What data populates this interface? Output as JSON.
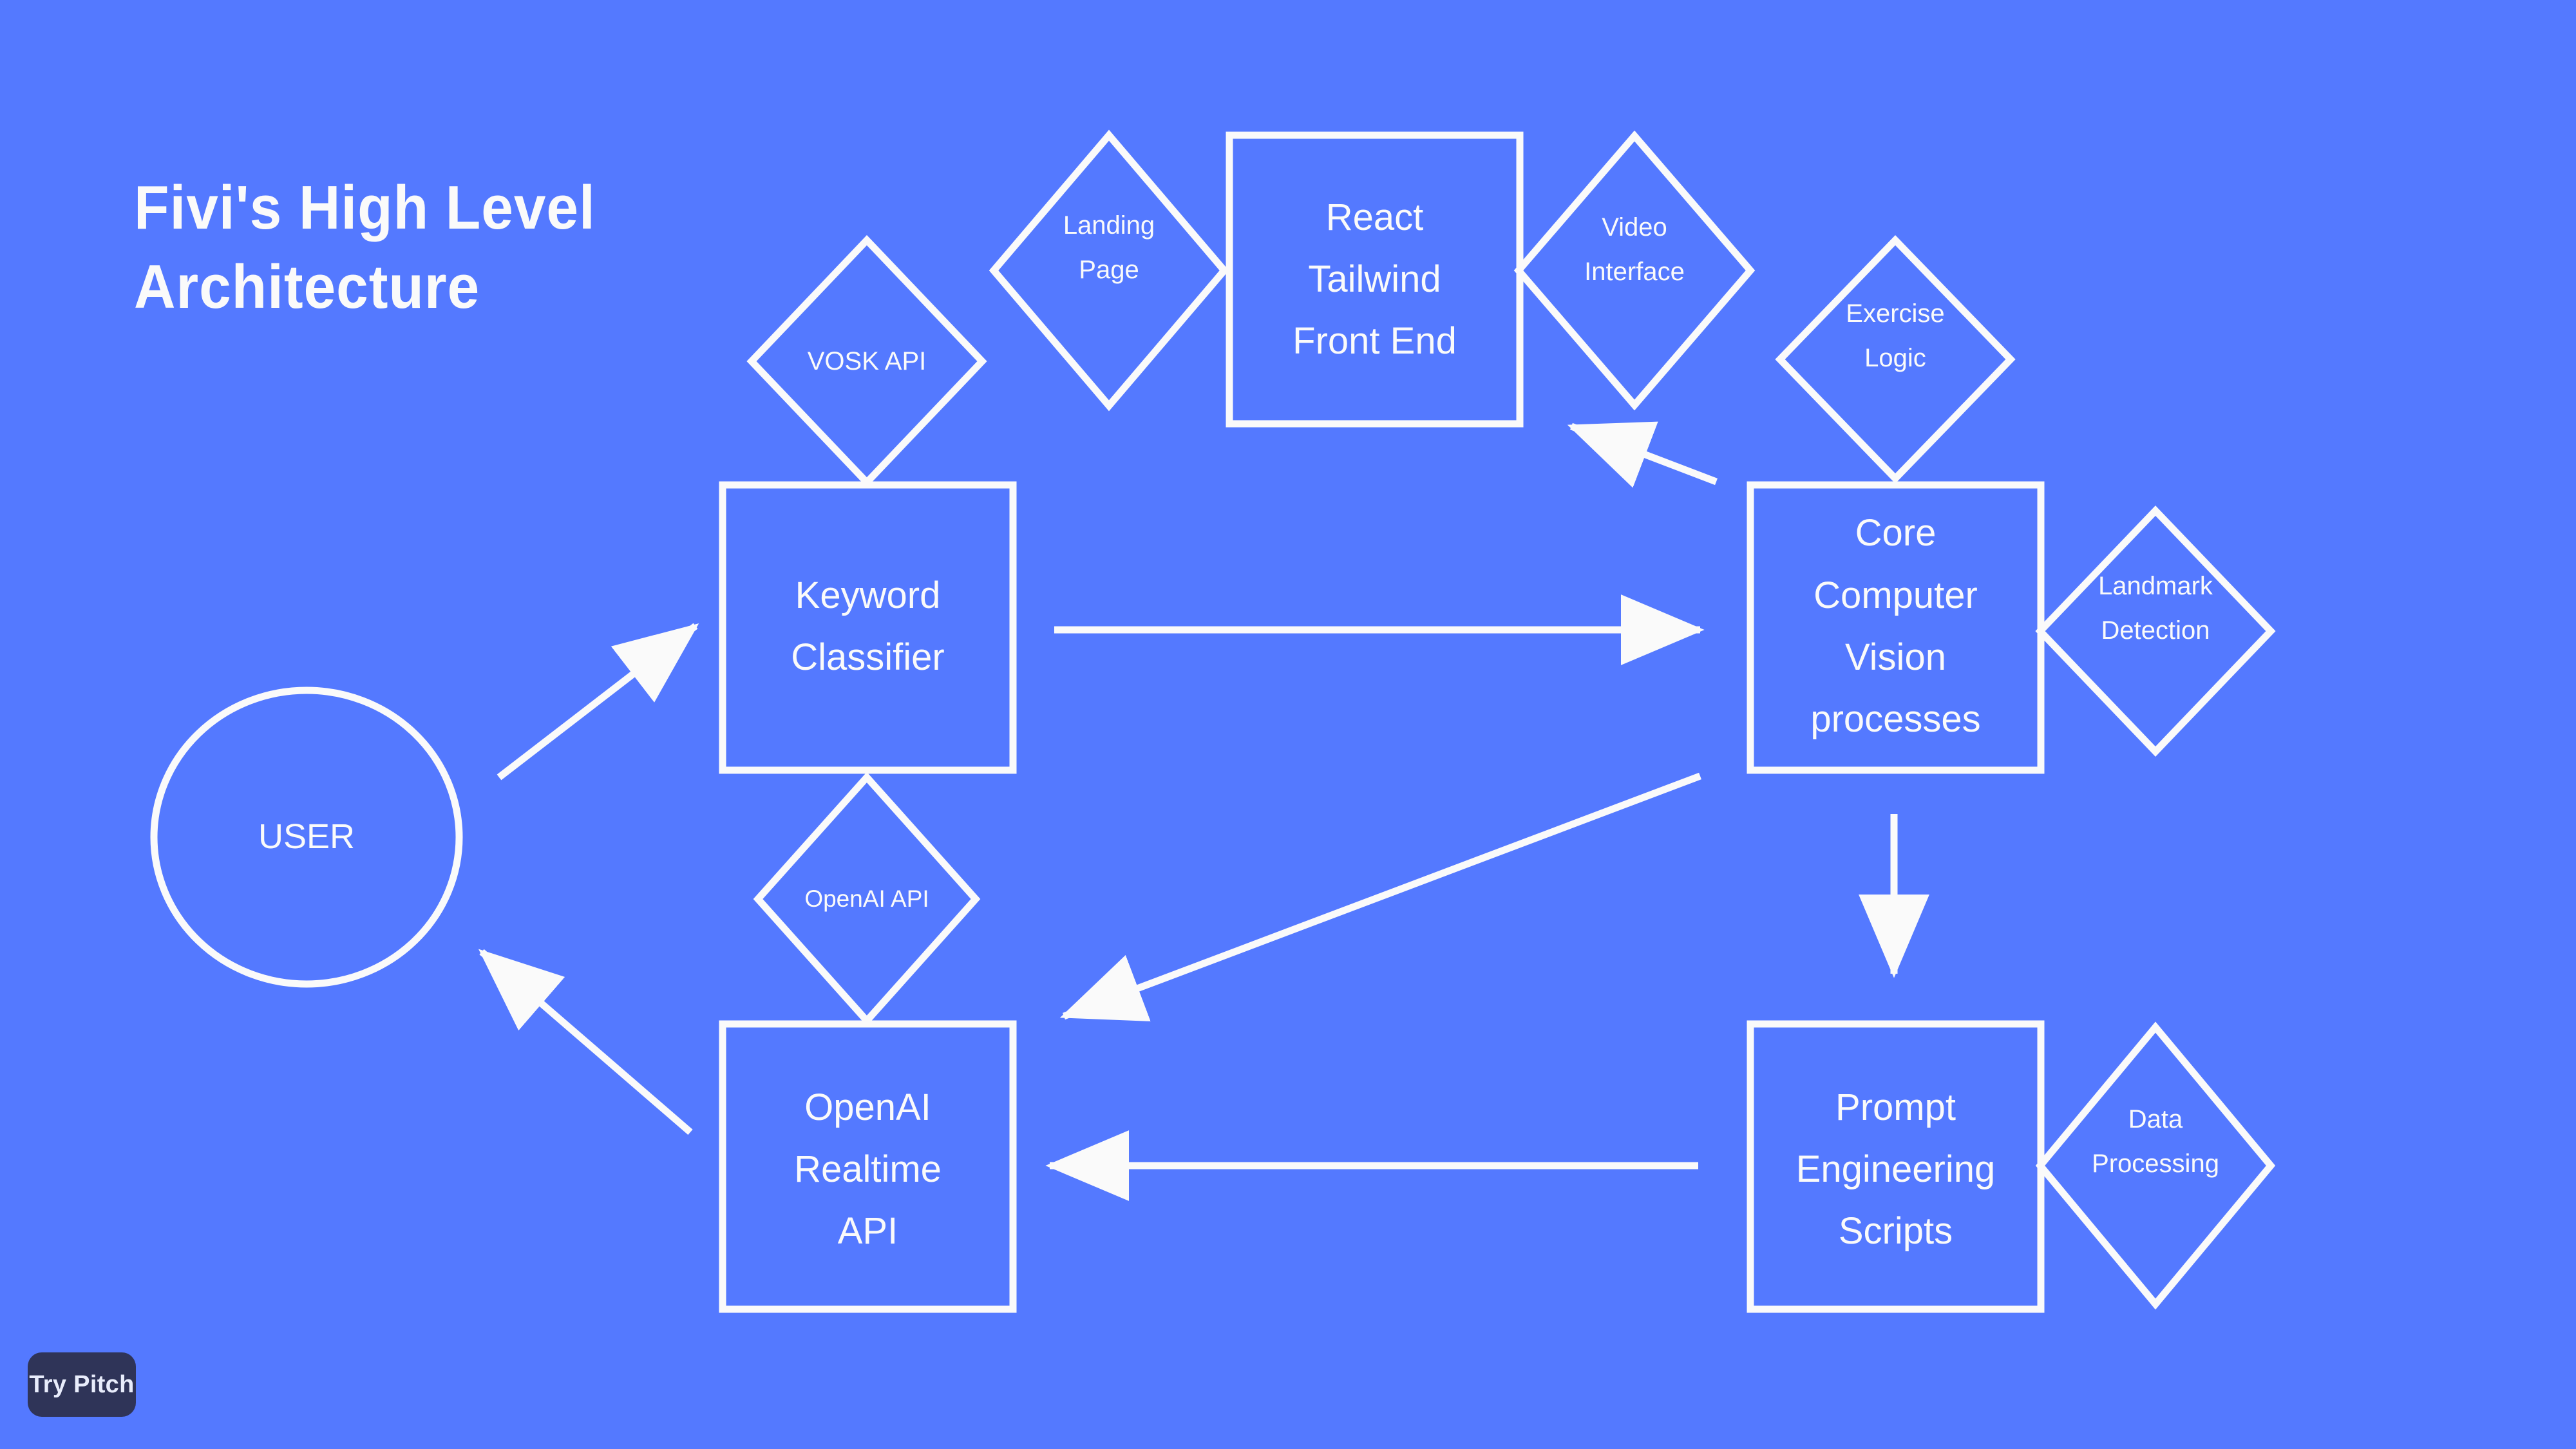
{
  "slide": {
    "background_color": "#5479ff",
    "stroke_color": "#fafafa",
    "title": "Fivi's High Level\nArchitecture"
  },
  "nodes": {
    "user": {
      "label": "USER",
      "shape": "circle"
    },
    "vosk_api": {
      "label": "VOSK API",
      "shape": "diamond"
    },
    "landing_page": {
      "label": "Landing\nPage",
      "shape": "diamond"
    },
    "react_front_end": {
      "label": "React\nTailwind\nFront End",
      "shape": "rectangle"
    },
    "video_interface": {
      "label": "Video\nInterface",
      "shape": "diamond"
    },
    "exercise_logic": {
      "label": "Exercise\nLogic",
      "shape": "diamond"
    },
    "keyword_classifier": {
      "label": "Keyword\nClassifier",
      "shape": "rectangle"
    },
    "core_cv": {
      "label": "Core\nComputer\nVision\nprocesses",
      "shape": "rectangle"
    },
    "landmark_detection": {
      "label": "Landmark\nDetection",
      "shape": "diamond"
    },
    "openai_api": {
      "label": "OpenAI API",
      "shape": "diamond"
    },
    "openai_realtime": {
      "label": "OpenAI\nRealtime\nAPI",
      "shape": "rectangle"
    },
    "prompt_scripts": {
      "label": "Prompt\nEngineering\nScripts",
      "shape": "rectangle"
    },
    "data_processing": {
      "label": "Data\nProcessing",
      "shape": "diamond"
    }
  },
  "edges": [
    {
      "from": "user",
      "to": "keyword_classifier",
      "direction": "up-right"
    },
    {
      "from": "keyword_classifier",
      "to": "core_cv",
      "direction": "right"
    },
    {
      "from": "core_cv",
      "to": "react_front_end",
      "direction": "up-left"
    },
    {
      "from": "core_cv",
      "to": "openai_realtime",
      "direction": "down-left"
    },
    {
      "from": "core_cv",
      "to": "prompt_scripts",
      "direction": "down"
    },
    {
      "from": "prompt_scripts",
      "to": "openai_realtime",
      "direction": "left"
    },
    {
      "from": "openai_realtime",
      "to": "user",
      "direction": "up-left"
    }
  ],
  "badge": {
    "label": "Try Pitch"
  }
}
